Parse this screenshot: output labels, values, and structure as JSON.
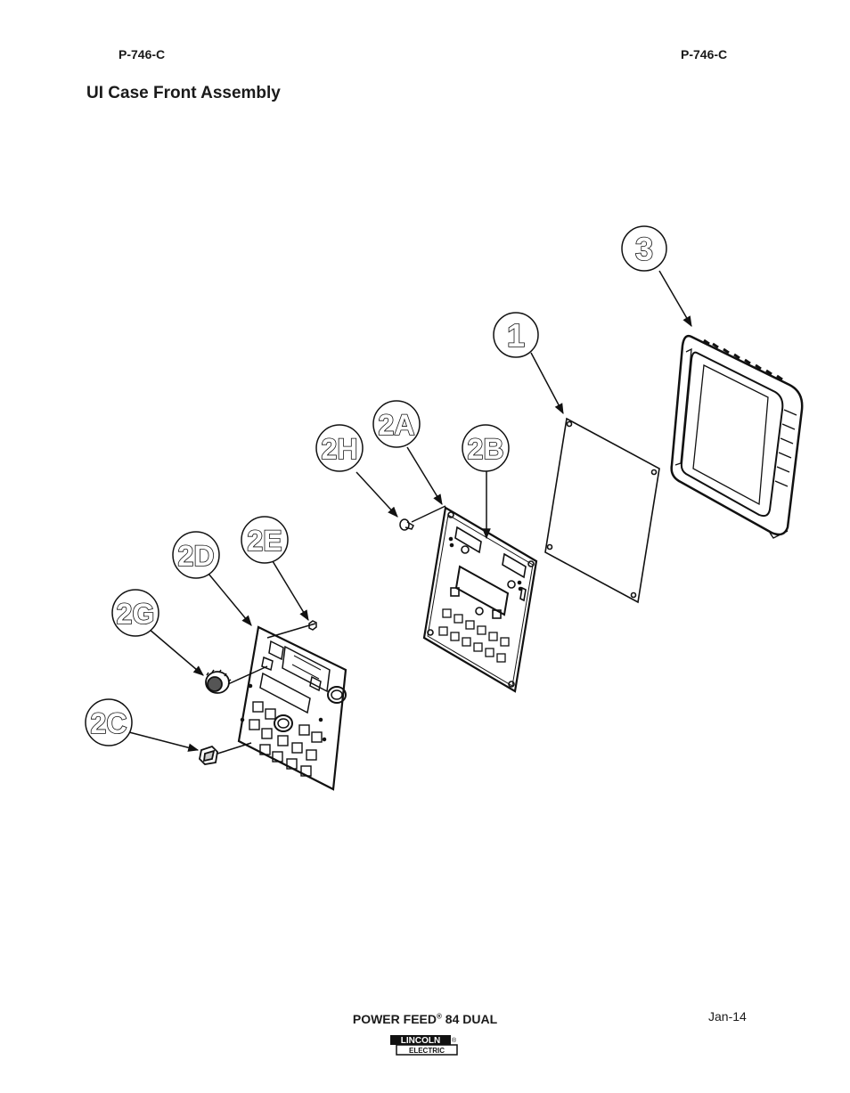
{
  "header": {
    "left_code": "P-746-C",
    "right_code": "P-746-C"
  },
  "title": "UI Case Front Assembly",
  "callouts": {
    "c3": "3",
    "c1": "1",
    "c2A": "2A",
    "c2B": "2B",
    "c2H": "2H",
    "c2E": "2E",
    "c2D": "2D",
    "c2G": "2G",
    "c2C": "2C"
  },
  "footer": {
    "product_name": "POWER FEED",
    "registered_mark": "®",
    "product_model": "84 DUAL",
    "date": "Jan-14",
    "logo_top": "LINCOLN",
    "logo_bottom": "ELECTRIC",
    "logo_mark": "®"
  }
}
